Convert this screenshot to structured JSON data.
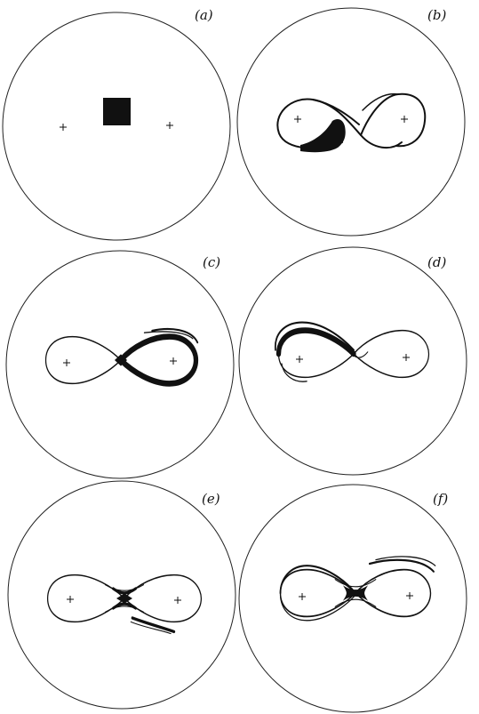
{
  "figure": {
    "panels": [
      {
        "id": "a",
        "label": "(a)"
      },
      {
        "id": "b",
        "label": "(b)"
      },
      {
        "id": "c",
        "label": "(c)"
      },
      {
        "id": "d",
        "label": "(d)"
      },
      {
        "id": "e",
        "label": "(e)"
      },
      {
        "id": "f",
        "label": "(f)"
      }
    ],
    "colors": {
      "ink": "#111111",
      "background": "#ffffff",
      "boundary": "#222222"
    }
  }
}
